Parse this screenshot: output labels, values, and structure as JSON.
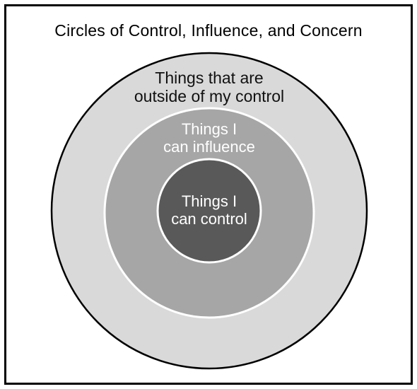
{
  "title": "Circles of Control, Influence, and Concern",
  "circles": [
    {
      "label": "Things that are\noutside of my control",
      "fill": "#d9d9d9"
    },
    {
      "label": "Things I\ncan influence",
      "fill": "#a6a6a6"
    },
    {
      "label": "Things I\ncan control",
      "fill": "#595959"
    }
  ],
  "colors": {
    "border": "#000000",
    "ring_stroke": "#ffffff",
    "background": "#ffffff"
  }
}
